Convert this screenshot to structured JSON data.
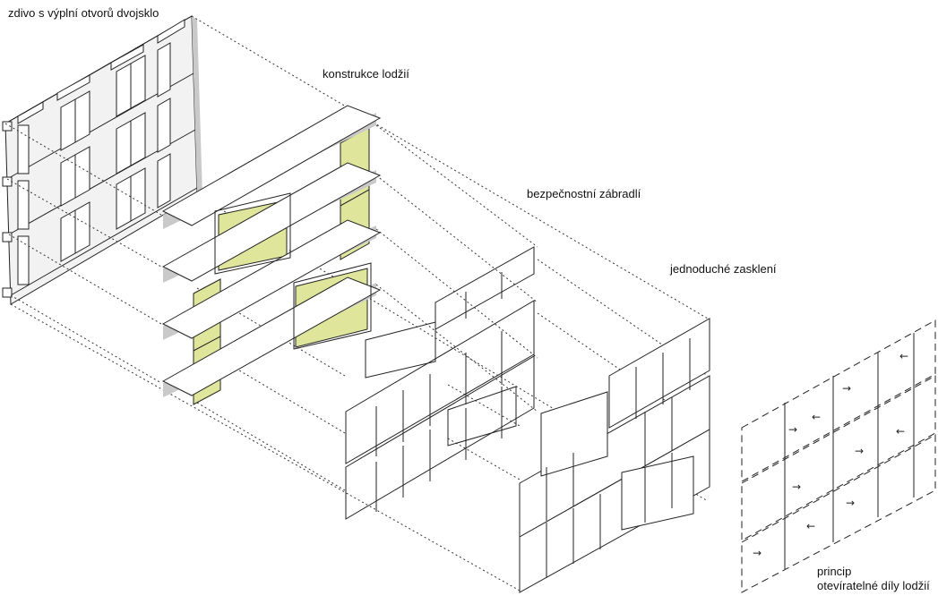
{
  "diagram": {
    "labels": {
      "wall": "zdivo s výplní otvorů dvojsklo",
      "loggia": "konstrukce lodžií",
      "railing": "bezpečnostní zábradlí",
      "glazing": "jednoduché zasklení",
      "principle_line1": "princip",
      "principle_line2": "otevíratelné díly lodžií"
    },
    "colors": {
      "accent_yellow": "#dfe59b",
      "slab_shadow": "#c9c9c9",
      "slab_face": "#f2f2f2",
      "line": "#222222"
    }
  }
}
